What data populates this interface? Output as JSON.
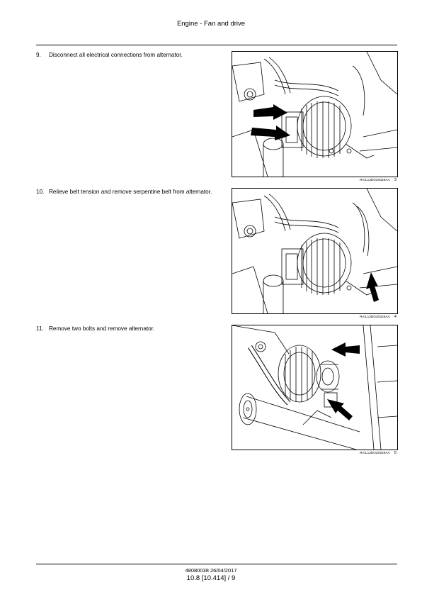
{
  "header": {
    "title": "Engine - Fan and drive"
  },
  "steps": [
    {
      "number": "9.",
      "text": "Disconnect all electrical connections from alternator."
    },
    {
      "number": "10.",
      "text": "Relieve belt tension and remove serpentine belt from alternator."
    },
    {
      "number": "11.",
      "text": "Remove two bolts and remove alternator."
    }
  ],
  "figures": [
    {
      "code": "RAIL13DOZ0328AA",
      "number": "3"
    },
    {
      "code": "RAIL13DOZ0328AA",
      "number": "4"
    },
    {
      "code": "RAIL13DOZ0329AA",
      "number": "5"
    }
  ],
  "footer": {
    "doc": "48080038 26/04/2017",
    "page": "10.8 [10.414] / 9"
  }
}
